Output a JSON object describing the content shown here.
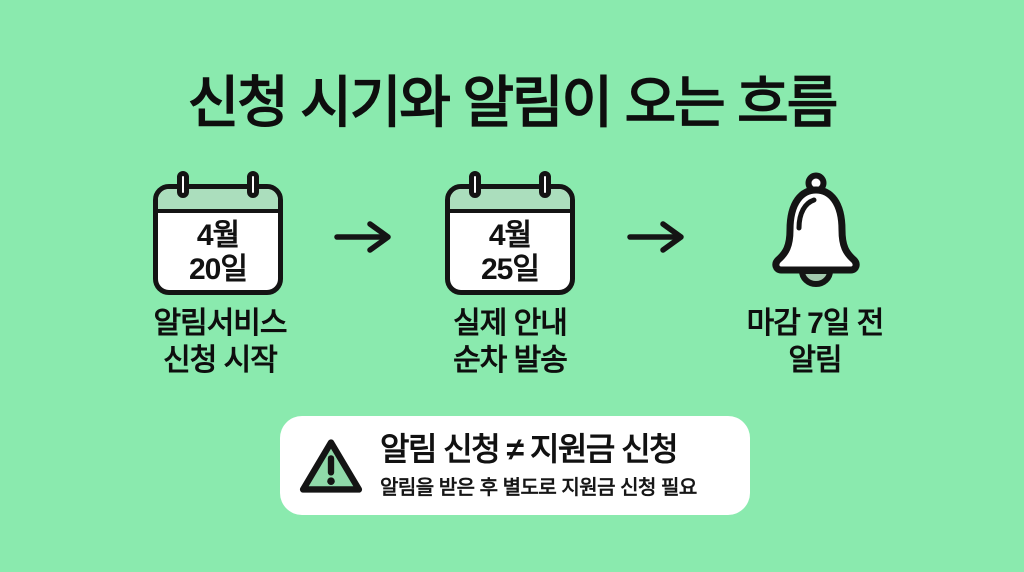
{
  "title": "신청 시기와 알림이 오는 흐름",
  "colors": {
    "background": "#8AEAAE",
    "calendar_header": "#ABDEBD",
    "outline": "#141414",
    "card_white": "#FFFFFF",
    "bell_clapper": "#A3C9AE",
    "warning_triangle_fill": "#8FD9A9"
  },
  "steps": [
    {
      "icon": "calendar-icon",
      "date_month": "4월",
      "date_day": "20일",
      "label_line1": "알림서비스",
      "label_line2": "신청 시작"
    },
    {
      "icon": "calendar-icon",
      "date_month": "4월",
      "date_day": "25일",
      "label_line1": "실제 안내",
      "label_line2": "순차 발송"
    },
    {
      "icon": "bell-icon",
      "label_line1": "마감 7일 전",
      "label_line2": "알림"
    }
  ],
  "notice": {
    "icon": "warning-triangle-icon",
    "title": "알림 신청 ≠ 지원금 신청",
    "subtitle": "알림을 받은 후 별도로 지원금 신청 필요"
  }
}
